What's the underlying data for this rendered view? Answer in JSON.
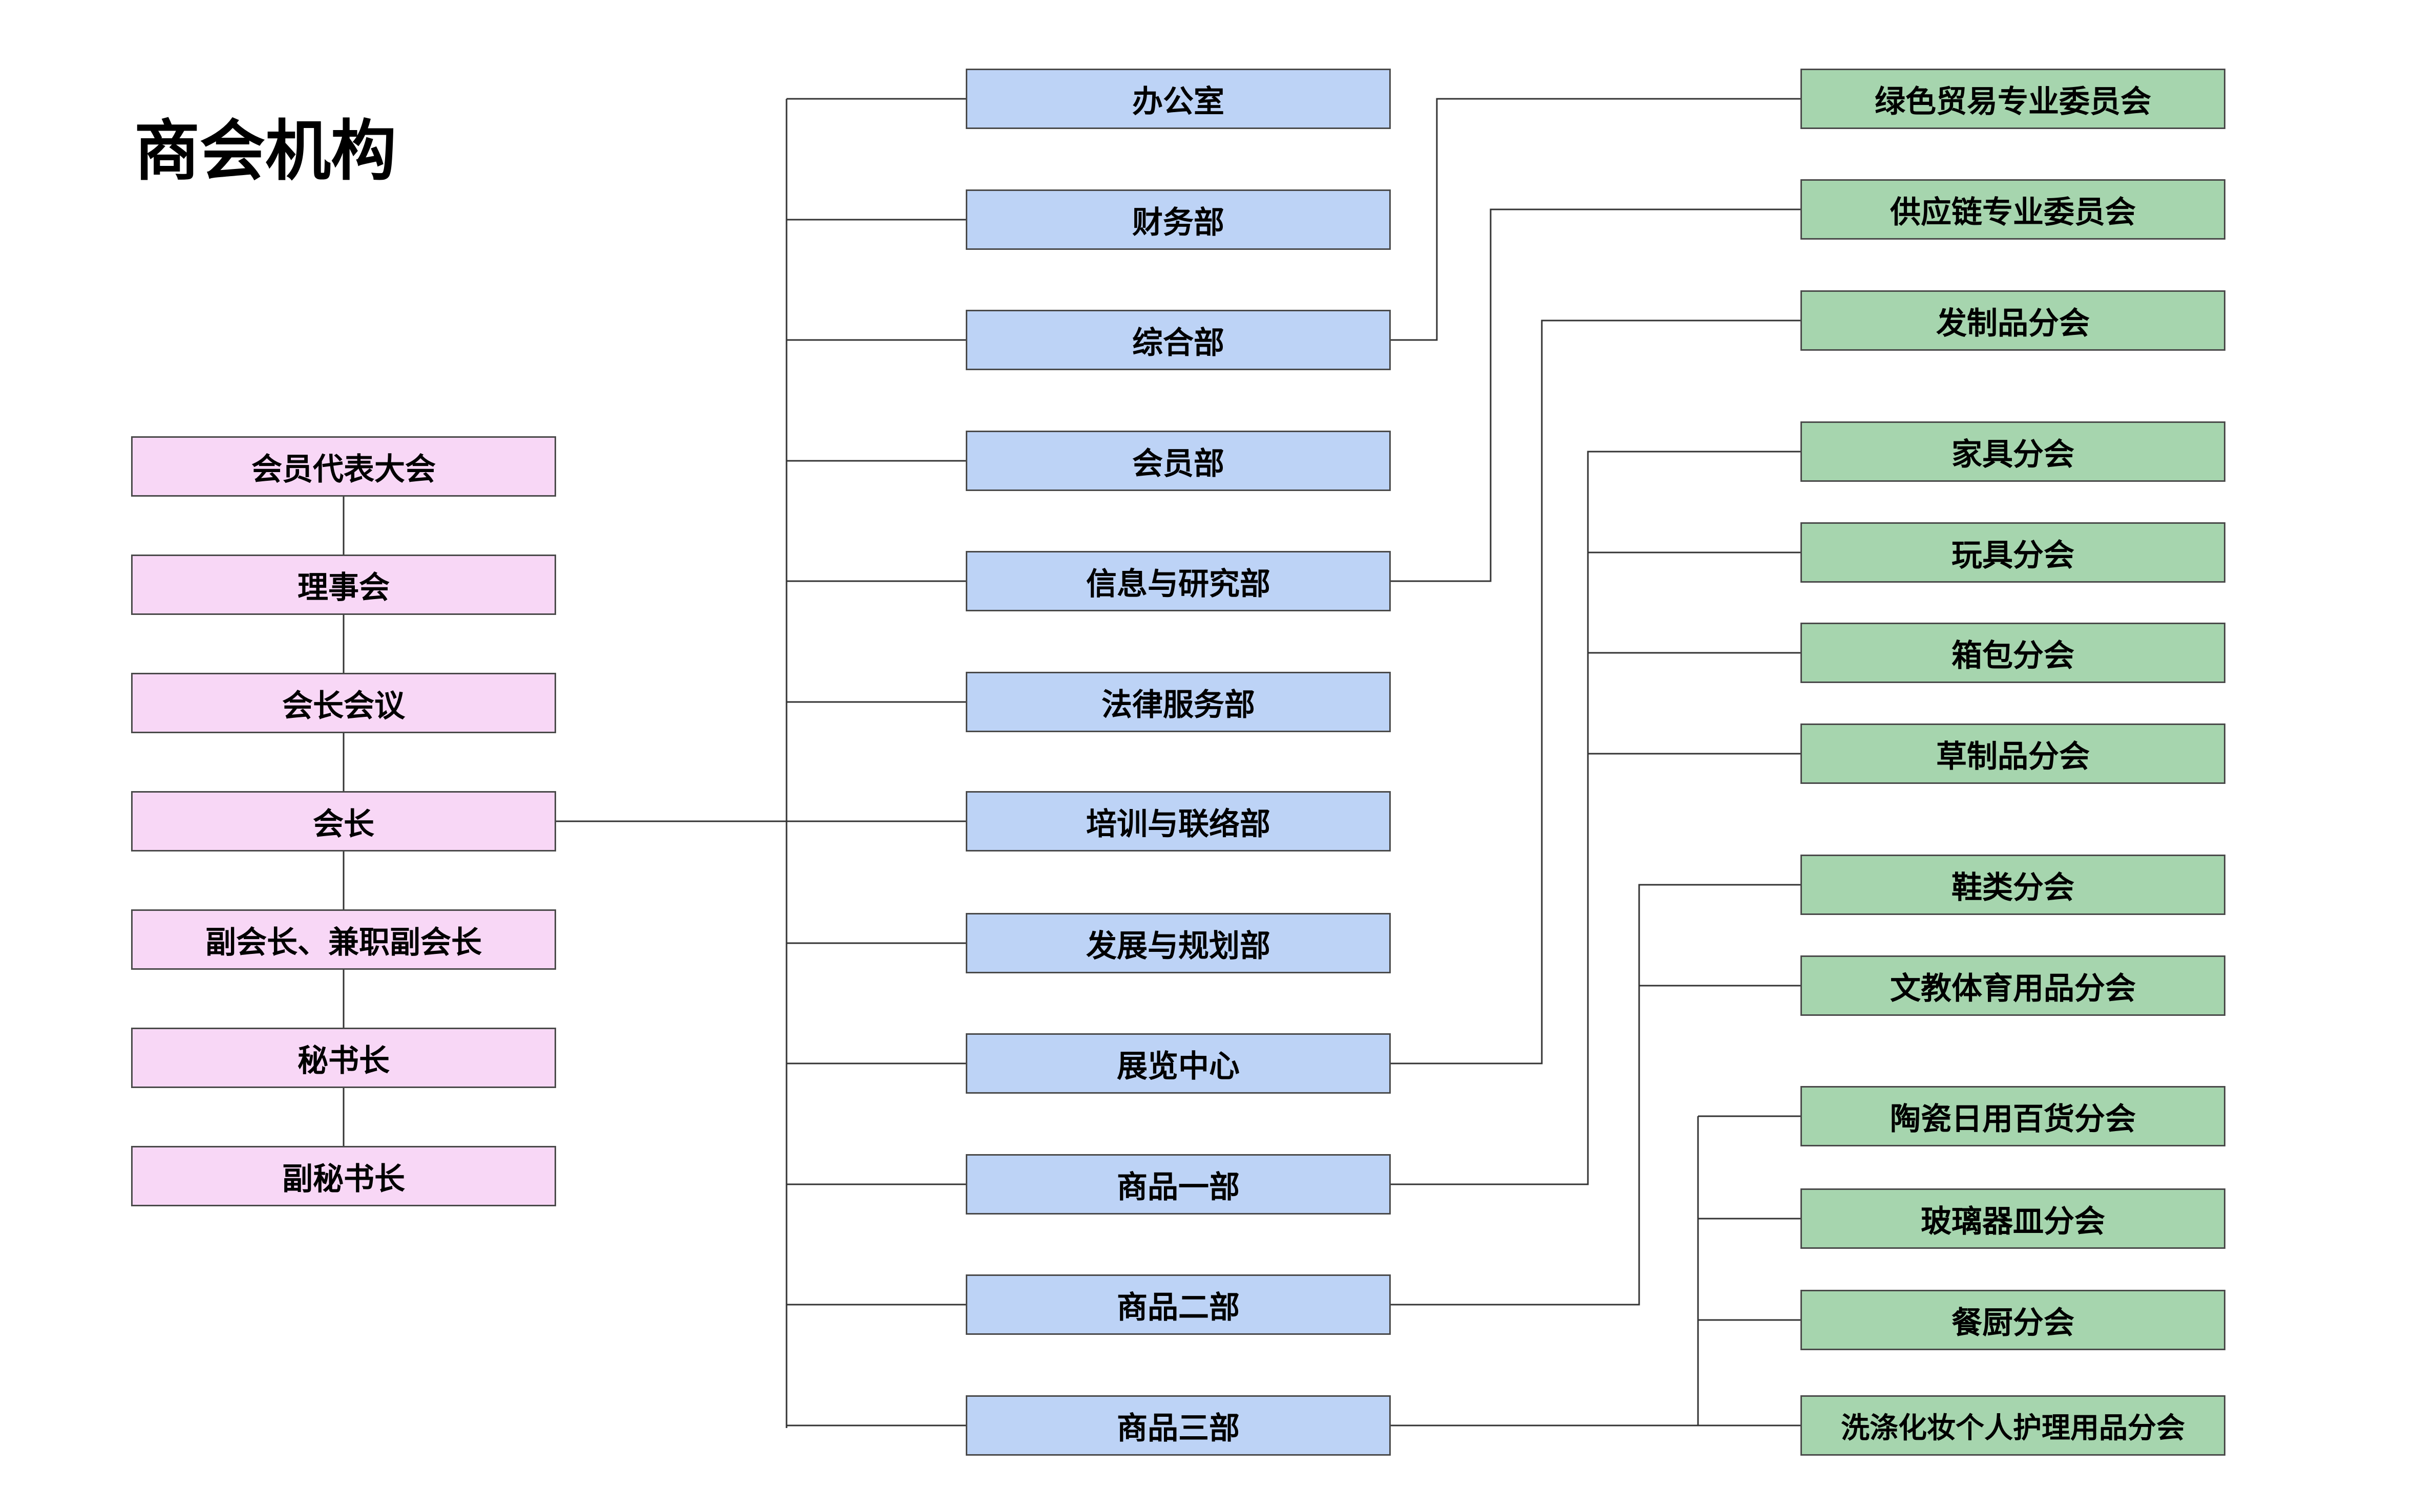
{
  "title": "商会机构",
  "governance": [
    "会员代表大会",
    "理事会",
    "会长会议",
    "会长",
    "副会长、兼职副会长",
    "秘书长",
    "副秘书长"
  ],
  "departments": [
    "办公室",
    "财务部",
    "综合部",
    "会员部",
    "信息与研究部",
    "法律服务部",
    "培训与联络部",
    "发展与规划部",
    "展览中心",
    "商品一部",
    "商品二部",
    "商品三部"
  ],
  "subunits": [
    "绿色贸易专业委员会",
    "供应链专业委员会",
    "发制品分会",
    "家具分会",
    "玩具分会",
    "箱包分会",
    "草制品分会",
    "鞋类分会",
    "文教体育用品分会",
    "陶瓷日用百货分会",
    "玻璃器皿分会",
    "餐厨分会",
    "洗涤化妆个人护理用品分会"
  ],
  "colors": {
    "governance_fill": "#f8d7f6",
    "department_fill": "#bdd3f6",
    "subunit_fill": "#a6d5ae",
    "border": "#4a4a4a",
    "line": "#333333"
  }
}
